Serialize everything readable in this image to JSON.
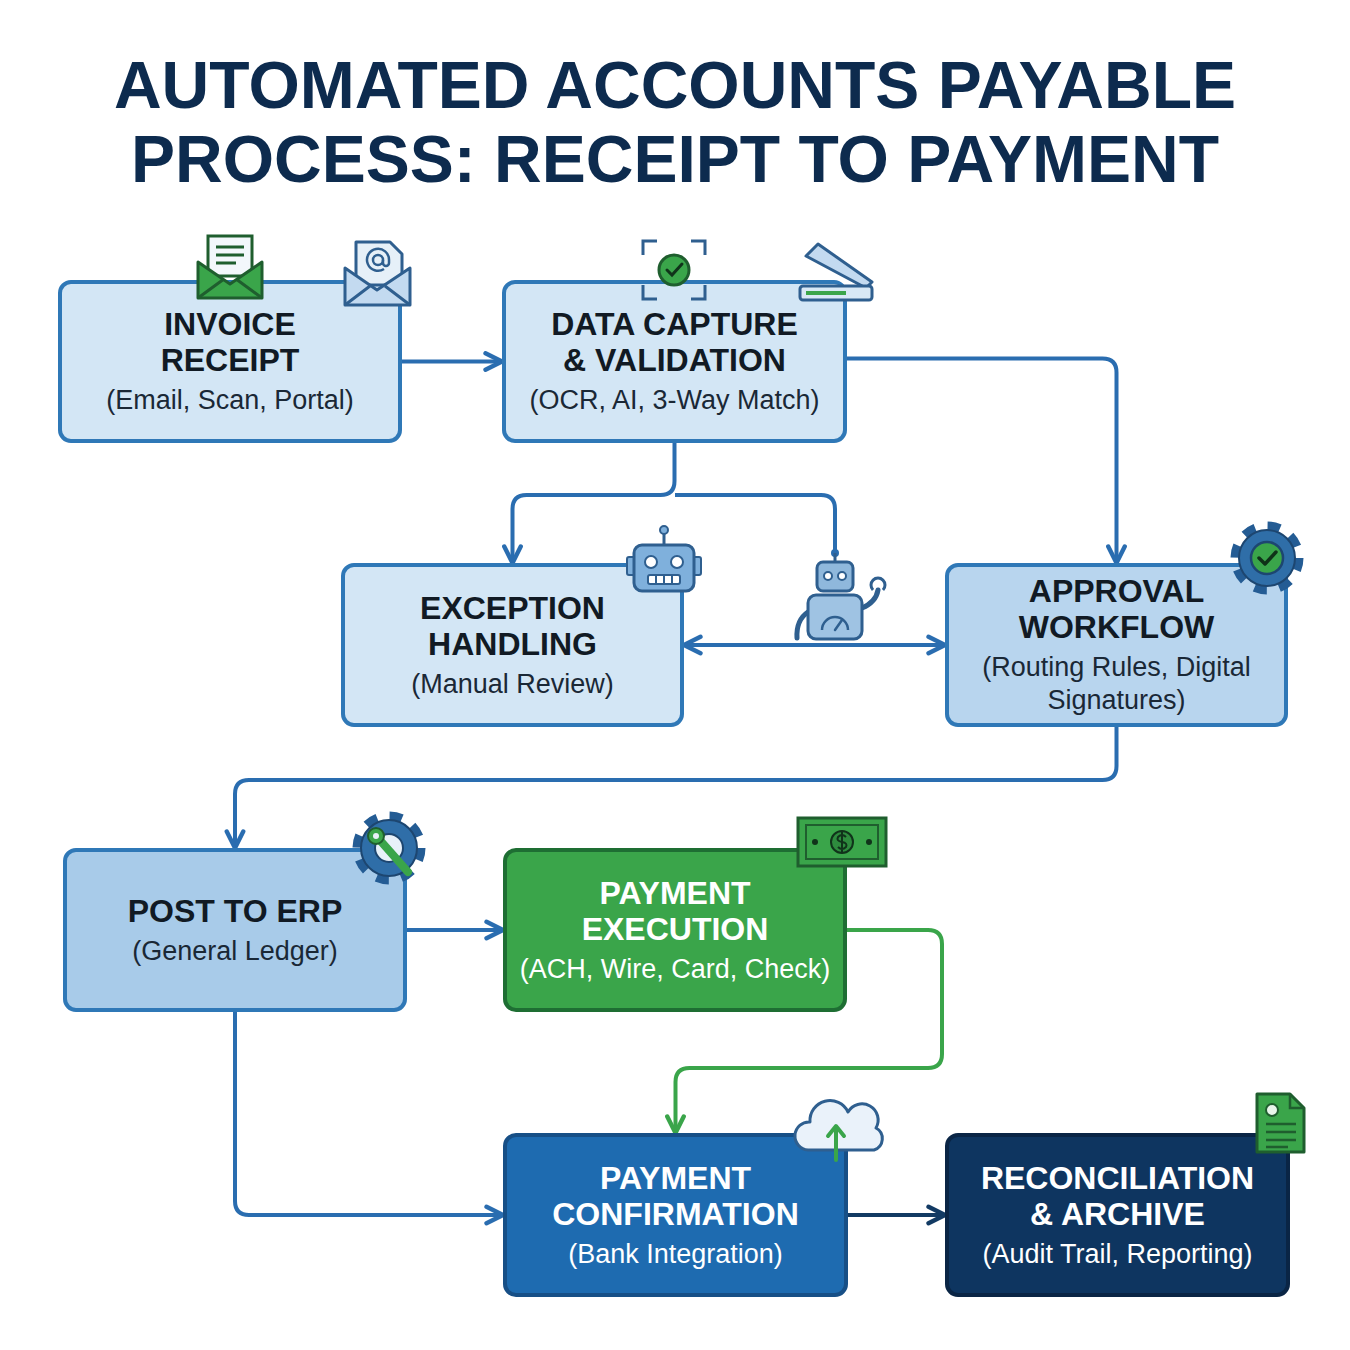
{
  "diagram": {
    "title": "AUTOMATED ACCOUNTS PAYABLE PROCESS: RECEIPT TO PAYMENT",
    "nodes": [
      {
        "text": [
          "INVOICE RECEIPT",
          "(Email, Scan, Portal)"
        ]
      },
      {
        "text": [
          "DATA CAPTURE & VALIDATION",
          "(OCR, AI, 3-Way Match)"
        ]
      },
      {
        "text": [
          "EXCEPTION HANDLING",
          "(Manual Review)"
        ]
      },
      {
        "text": [
          "APPROVAL WORKFLOW",
          "(Routing Rules, Digital Signatures)"
        ]
      },
      {
        "text": [
          "POST TO ERP",
          "(General Ledger)"
        ]
      },
      {
        "text": [
          "PAYMENT EXECUTION",
          "(ACH, Wire, Card, Check)"
        ]
      },
      {
        "text": [
          "PAYMENT CONFIRMATION",
          "(Bank Integration)"
        ]
      },
      {
        "text": [
          "RECONCILIATION & ARCHIVE",
          "(Audit Trail, Reporting)"
        ]
      }
    ],
    "edges": [
      {
        "from": 0,
        "to": 1,
        "arrow": "to"
      },
      {
        "from": 1,
        "to": 2,
        "arrow": "to"
      },
      {
        "from": 1,
        "to": 3,
        "arrow": "to"
      },
      {
        "from": 2,
        "to": 3,
        "arrow": "both"
      },
      {
        "from": 3,
        "to": 4,
        "arrow": "to"
      },
      {
        "from": 4,
        "to": 5,
        "arrow": "to"
      },
      {
        "from": 4,
        "to": 6,
        "arrow": "to"
      },
      {
        "from": 5,
        "to": 6,
        "arrow": "to"
      },
      {
        "from": 6,
        "to": 7,
        "arrow": "to"
      }
    ]
  }
}
